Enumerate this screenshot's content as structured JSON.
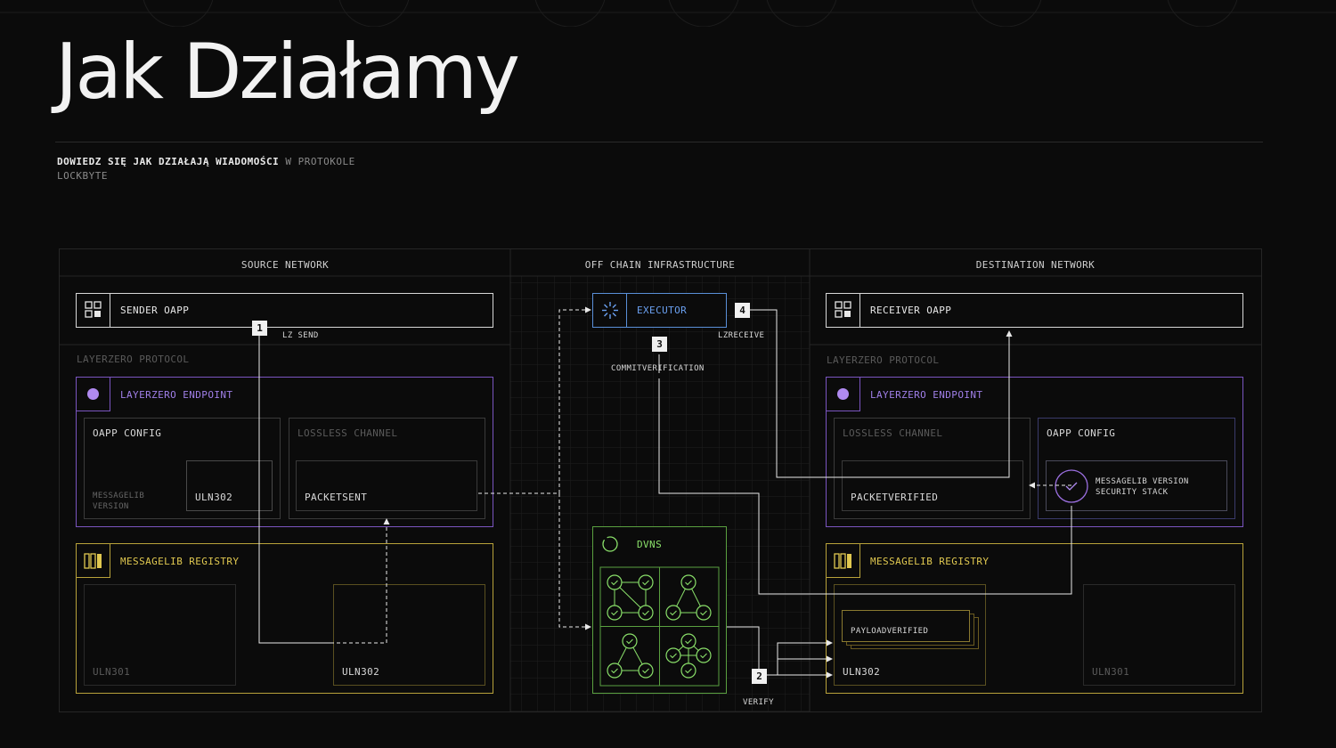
{
  "header": {
    "title": "Jak Działamy",
    "subtitle_bold": "DOWIEDZ SIĘ JAK DZIAŁAJĄ WIADOMOŚCI",
    "subtitle_rest": " W PROTOKOLE",
    "subtitle_line2": "LOCKBYTE"
  },
  "columns": {
    "source": "SOURCE NETWORK",
    "offchain": "OFF CHAIN INFRASTRUCTURE",
    "destination": "DESTINATION NETWORK"
  },
  "source": {
    "sender_oapp": "SENDER OAPP",
    "protocol_label": "LAYERZERO PROTOCOL",
    "endpoint": "LAYERZERO ENDPOINT",
    "oapp_config": "OAPP CONFIG",
    "messagelib_version": "MESSAGELIB\nVERSION",
    "uln302": "ULN302",
    "lossless_channel": "LOSSLESS CHANNEL",
    "packetsent": "PACKETSENT",
    "registry": "MESSAGELIB REGISTRY",
    "uln301": "ULN301",
    "uln302_reg": "ULN302"
  },
  "offchain": {
    "executor": "EXECUTOR",
    "dvns": "DVNS",
    "lz_send": "LZ SEND",
    "lzreceive": "LZRECEIVE",
    "commitverification": "COMMITVERIFICATION",
    "verify": "VERIFY"
  },
  "destination": {
    "receiver_oapp": "RECEIVER OAPP",
    "protocol_label": "LAYERZERO PROTOCOL",
    "endpoint": "LAYERZERO ENDPOINT",
    "lossless_channel": "LOSSLESS CHANNEL",
    "packetverified": "PACKETVERIFIED",
    "oapp_config": "OAPP CONFIG",
    "security_stack": "MESSAGELIB VERSION\nSECURITY STACK",
    "registry": "MESSAGELIB REGISTRY",
    "payloadverified": "PAYLOADVERIFIED",
    "uln302": "ULN302",
    "uln301": "ULN301"
  },
  "steps": [
    "1",
    "2",
    "3",
    "4"
  ],
  "colors": {
    "purple": "#9b6fe0",
    "yellow": "#d8c24a",
    "green": "#7bd65a",
    "blue": "#5a8fd8",
    "line": "#e8e8e8"
  }
}
